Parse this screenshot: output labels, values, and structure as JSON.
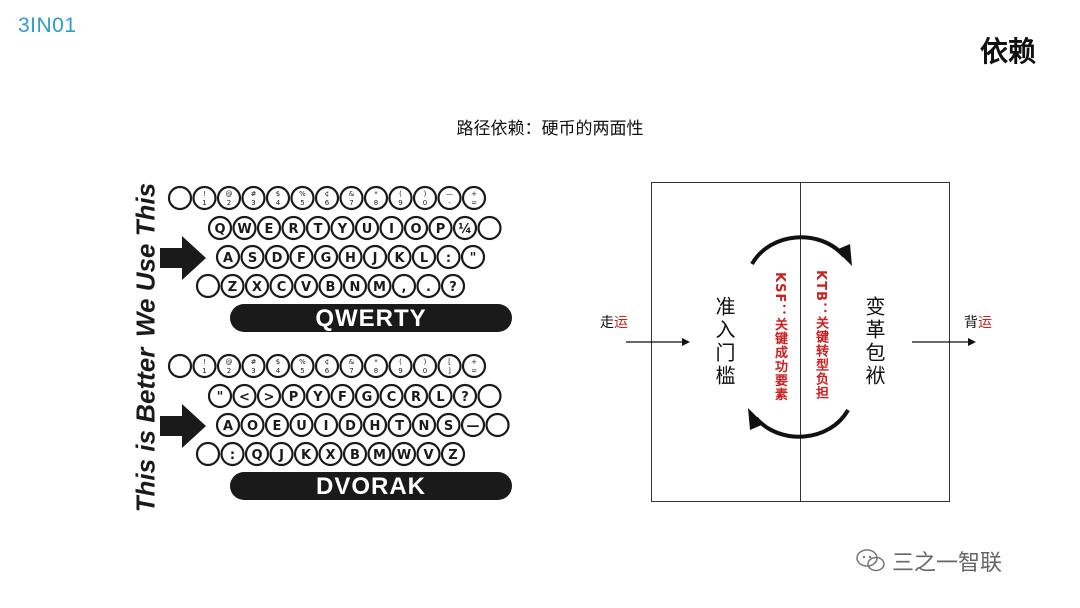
{
  "header": {
    "logo_text": "3IN01",
    "title": "依赖",
    "subtitle": "路径依赖：硬币的两面性"
  },
  "keyboard": {
    "top_side_label": "We Use This",
    "bottom_side_label": "This is Better",
    "qwerty": {
      "name": "QWERTY",
      "number_row": [
        [
          "",
          ""
        ],
        [
          "!",
          "1"
        ],
        [
          "@",
          "2"
        ],
        [
          "#",
          "3"
        ],
        [
          "$",
          "4"
        ],
        [
          "%",
          "5"
        ],
        [
          "¢",
          "6"
        ],
        [
          "&",
          "7"
        ],
        [
          "*",
          "8"
        ],
        [
          "(",
          "9"
        ],
        [
          ")",
          "0"
        ],
        [
          "—",
          "-"
        ],
        [
          "+",
          "="
        ]
      ],
      "rows": [
        [
          "Q",
          "W",
          "E",
          "R",
          "T",
          "Y",
          "U",
          "I",
          "O",
          "P",
          "¼",
          ""
        ],
        [
          "A",
          "S",
          "D",
          "F",
          "G",
          "H",
          "J",
          "K",
          "L",
          ":",
          "\""
        ],
        [
          "",
          "Z",
          "X",
          "C",
          "V",
          "B",
          "N",
          "M",
          ",",
          ".",
          "?"
        ]
      ]
    },
    "dvorak": {
      "name": "DVORAK",
      "number_row": [
        [
          "",
          ""
        ],
        [
          "!",
          "1"
        ],
        [
          "@",
          "2"
        ],
        [
          "#",
          "3"
        ],
        [
          "$",
          "4"
        ],
        [
          "%",
          "5"
        ],
        [
          "¢",
          "6"
        ],
        [
          "&",
          "7"
        ],
        [
          "*",
          "8"
        ],
        [
          "(",
          "9"
        ],
        [
          ")",
          "0"
        ],
        [
          "[",
          "]"
        ],
        [
          "+",
          "="
        ]
      ],
      "rows": [
        [
          "\"",
          "<",
          ">",
          "P",
          "Y",
          "F",
          "G",
          "C",
          "R",
          "L",
          "?",
          ""
        ],
        [
          "A",
          "O",
          "E",
          "U",
          "I",
          "D",
          "H",
          "T",
          "N",
          "S",
          "—",
          ""
        ],
        [
          "",
          ":",
          "Q",
          "J",
          "K",
          "X",
          "B",
          "M",
          "W",
          "V",
          "Z"
        ]
      ]
    }
  },
  "diagram": {
    "left_box": "准入门槛",
    "right_box": "变革包袱",
    "left_red": "KSF：关键成功要素",
    "right_red": "KTB：关键转型负担",
    "left_input_plain": "走",
    "left_input_red": "运",
    "right_output_plain": "背",
    "right_output_red": "运"
  },
  "footer": {
    "watermark": "三之一智联"
  },
  "colors": {
    "logo": "#2d9ccd",
    "accent_red": "#cc1f1f",
    "key_outline": "#1a1a1a"
  }
}
